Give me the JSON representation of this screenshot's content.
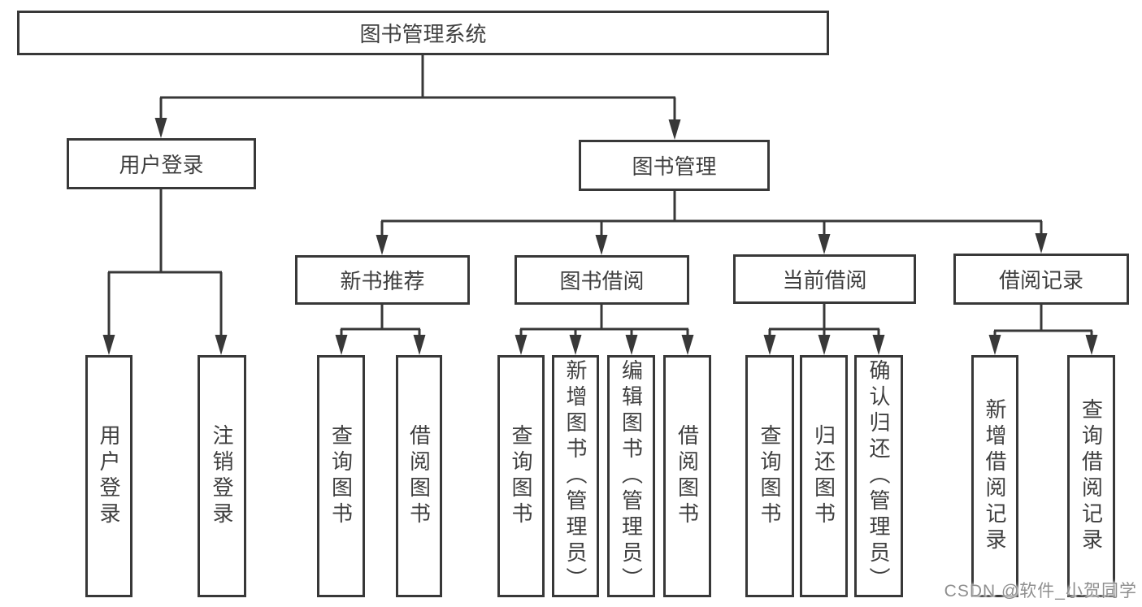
{
  "tree": {
    "root": {
      "label": "图书管理系统",
      "children": [
        {
          "label": "用户登录",
          "children": [
            {
              "label": "用户登录"
            },
            {
              "label": "注销登录"
            }
          ]
        },
        {
          "label": "图书管理",
          "children": [
            {
              "label": "新书推荐",
              "children": [
                {
                  "label": "查询图书"
                },
                {
                  "label": "借阅图书"
                }
              ]
            },
            {
              "label": "图书借阅",
              "children": [
                {
                  "label": "查询图书"
                },
                {
                  "label": "新增图书（管理员）"
                },
                {
                  "label": "编辑图书（管理员）"
                },
                {
                  "label": "借阅图书"
                }
              ]
            },
            {
              "label": "当前借阅",
              "children": [
                {
                  "label": "查询图书"
                },
                {
                  "label": "归还图书"
                },
                {
                  "label": "确认归还（管理员）"
                }
              ]
            },
            {
              "label": "借阅记录",
              "children": [
                {
                  "label": "新增借阅记录"
                },
                {
                  "label": "查询借阅记录"
                }
              ]
            }
          ]
        }
      ]
    }
  },
  "watermark": {
    "text": "CSDN @软件_小贺同学"
  },
  "colors": {
    "line": "#383838",
    "text": "#3f3f3f",
    "background": "#ffffff",
    "watermark": "#8f8f8f"
  }
}
